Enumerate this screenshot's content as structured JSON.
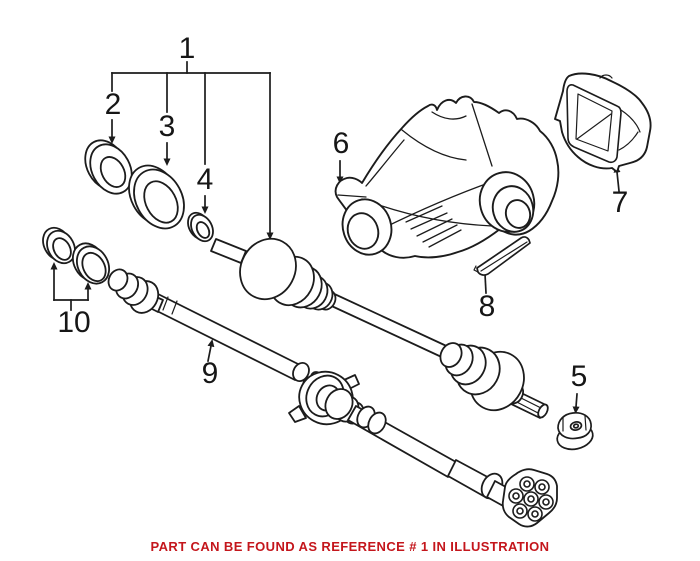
{
  "diagram": {
    "background": "#ffffff",
    "line_color": "#1c1c1c",
    "callouts": [
      {
        "label": "1"
      },
      {
        "label": "2"
      },
      {
        "label": "3"
      },
      {
        "label": "4"
      },
      {
        "label": "5"
      },
      {
        "label": "6"
      },
      {
        "label": "7"
      },
      {
        "label": "8"
      },
      {
        "label": "9"
      },
      {
        "label": "10"
      }
    ],
    "parts": [
      {
        "ref": "1",
        "icon": "cv-axle-shaft-assembly-icon"
      },
      {
        "ref": "2",
        "icon": "sealing-ring-icon"
      },
      {
        "ref": "3",
        "icon": "dust-cover-ring-icon"
      },
      {
        "ref": "4",
        "icon": "lock-ring-icon"
      },
      {
        "ref": "5",
        "icon": "collar-nut-icon"
      },
      {
        "ref": "6",
        "icon": "rear-differential-icon"
      },
      {
        "ref": "7",
        "icon": "differential-rear-cover-icon"
      },
      {
        "ref": "8",
        "icon": "vibration-damper-strip-icon"
      },
      {
        "ref": "9",
        "icon": "propeller-drive-shaft-icon"
      },
      {
        "ref": "10",
        "icon": "seal-ring-pair-icon"
      }
    ],
    "caption": {
      "text": "PART CAN BE FOUND AS REFERENCE # 1 IN ILLUSTRATION",
      "color": "#c4161c"
    }
  }
}
